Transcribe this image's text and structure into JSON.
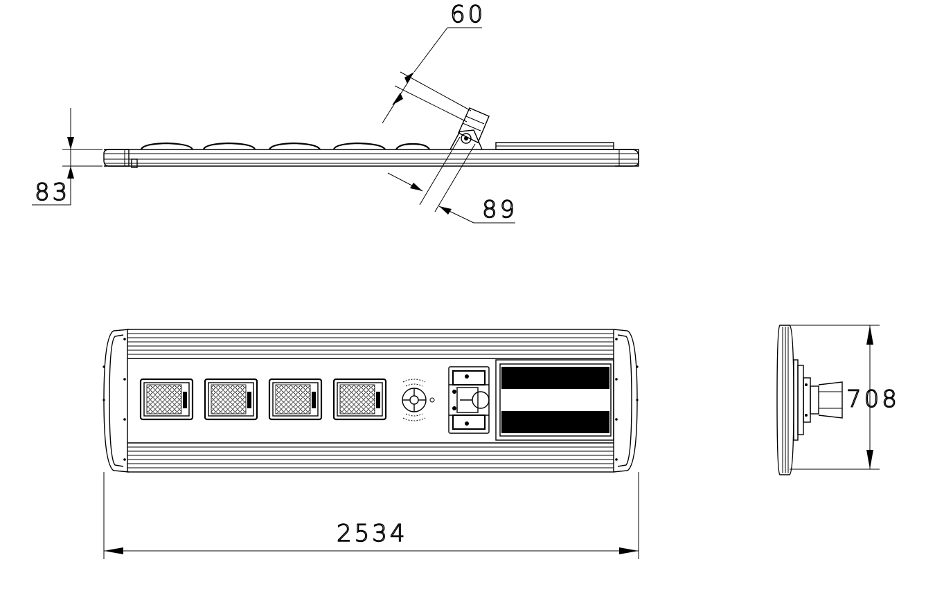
{
  "drawing": {
    "views": [
      "side-view",
      "top-view",
      "end-view"
    ]
  },
  "dimensions": {
    "bracket_width": "60",
    "bracket_depth": "89",
    "profile_height": "83",
    "overall_length": "2534",
    "overall_width": "708"
  }
}
